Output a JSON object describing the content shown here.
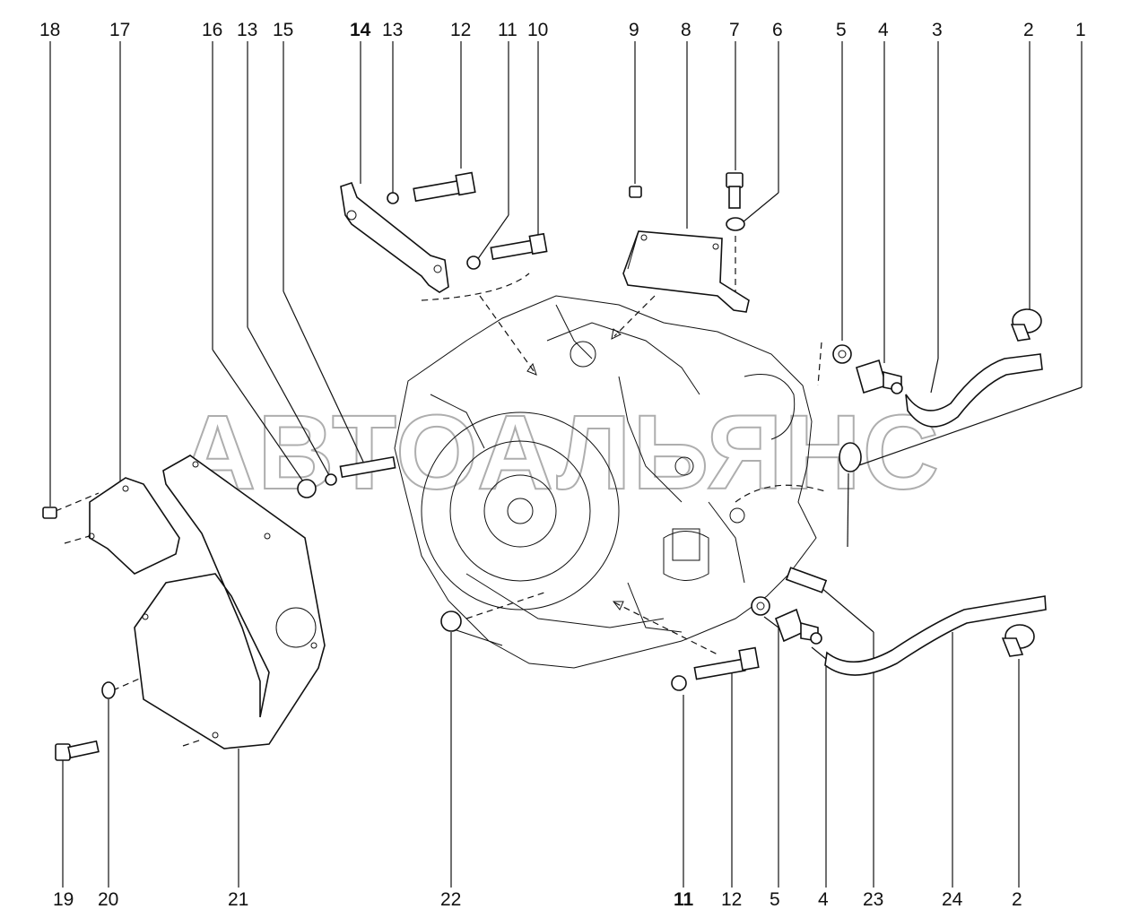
{
  "watermark": "АВТОАЛЬЯНС",
  "colors": {
    "ink": "#111111",
    "watermark": "#9a9a9a",
    "background": "#ffffff"
  },
  "callouts_top": [
    "18",
    "17",
    "16",
    "13",
    "15",
    "14",
    "13",
    "12",
    "11",
    "10",
    "9",
    "8",
    "7",
    "6",
    "5",
    "4",
    "3",
    "2",
    "1"
  ],
  "callouts_bottom": [
    "19",
    "20",
    "21",
    "22",
    "11",
    "12",
    "5",
    "4",
    "23",
    "24",
    "2"
  ]
}
